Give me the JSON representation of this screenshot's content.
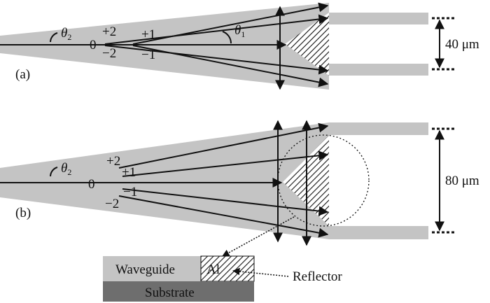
{
  "panel_a": {
    "label": "(a)",
    "angle_taper": "θ",
    "angle_taper_sub": "2",
    "angle_beam": "θ",
    "angle_beam_sub": "1",
    "orders": {
      "plus2": "+2",
      "plus1": "+1",
      "zero": "0",
      "minus1": "−1",
      "minus2": "−2"
    },
    "spacing": "40 μm"
  },
  "panel_b": {
    "label": "(b)",
    "angle_taper": "θ",
    "angle_taper_sub": "2",
    "orders": {
      "plus2": "+2",
      "plus1": "+1",
      "zero": "0",
      "minus1": "−1",
      "minus2": "−2"
    },
    "spacing": "80 μm"
  },
  "inset": {
    "waveguide": "Waveguide",
    "metal": "Al",
    "substrate": "Substrate",
    "reflector": "Reflector"
  },
  "colors": {
    "waveguide": "#c4c4c4",
    "substrate": "#6e6e6e",
    "ink": "#111111"
  }
}
